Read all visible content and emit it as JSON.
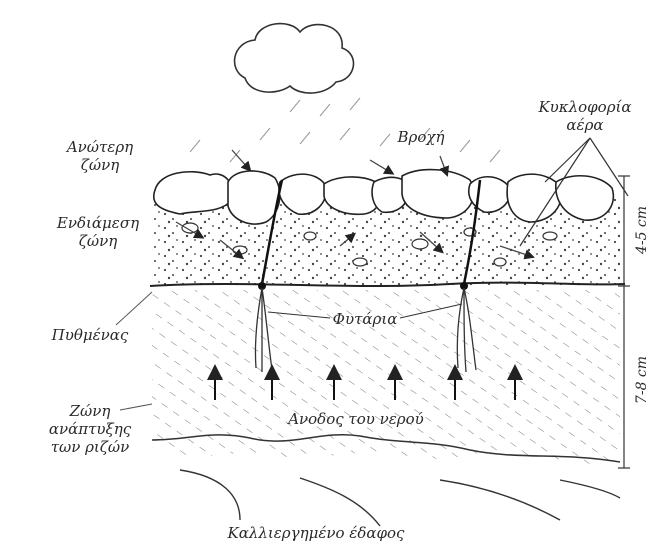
{
  "labels": {
    "upper_zone": [
      "Ανώτερη",
      "ζώνη"
    ],
    "intermediate_zone": [
      "Ενδιάμεση",
      "ζώνη"
    ],
    "seedbed_bottom": "Πυθμένας",
    "root_zone": [
      "Ζώνη",
      "ανάπτυξης",
      "των ριζών"
    ],
    "rain": "Βροχή",
    "air_circulation": [
      "Κυκλοφορία",
      "αέρα"
    ],
    "seedlings": "Φυτάρια",
    "water_rise": "Ανοδος του νερού",
    "cultivated_soil": "Καλλιεργημένο έδαφος"
  },
  "depths": {
    "upper": "4-5 cm",
    "lower": "7-8 cm"
  }
}
